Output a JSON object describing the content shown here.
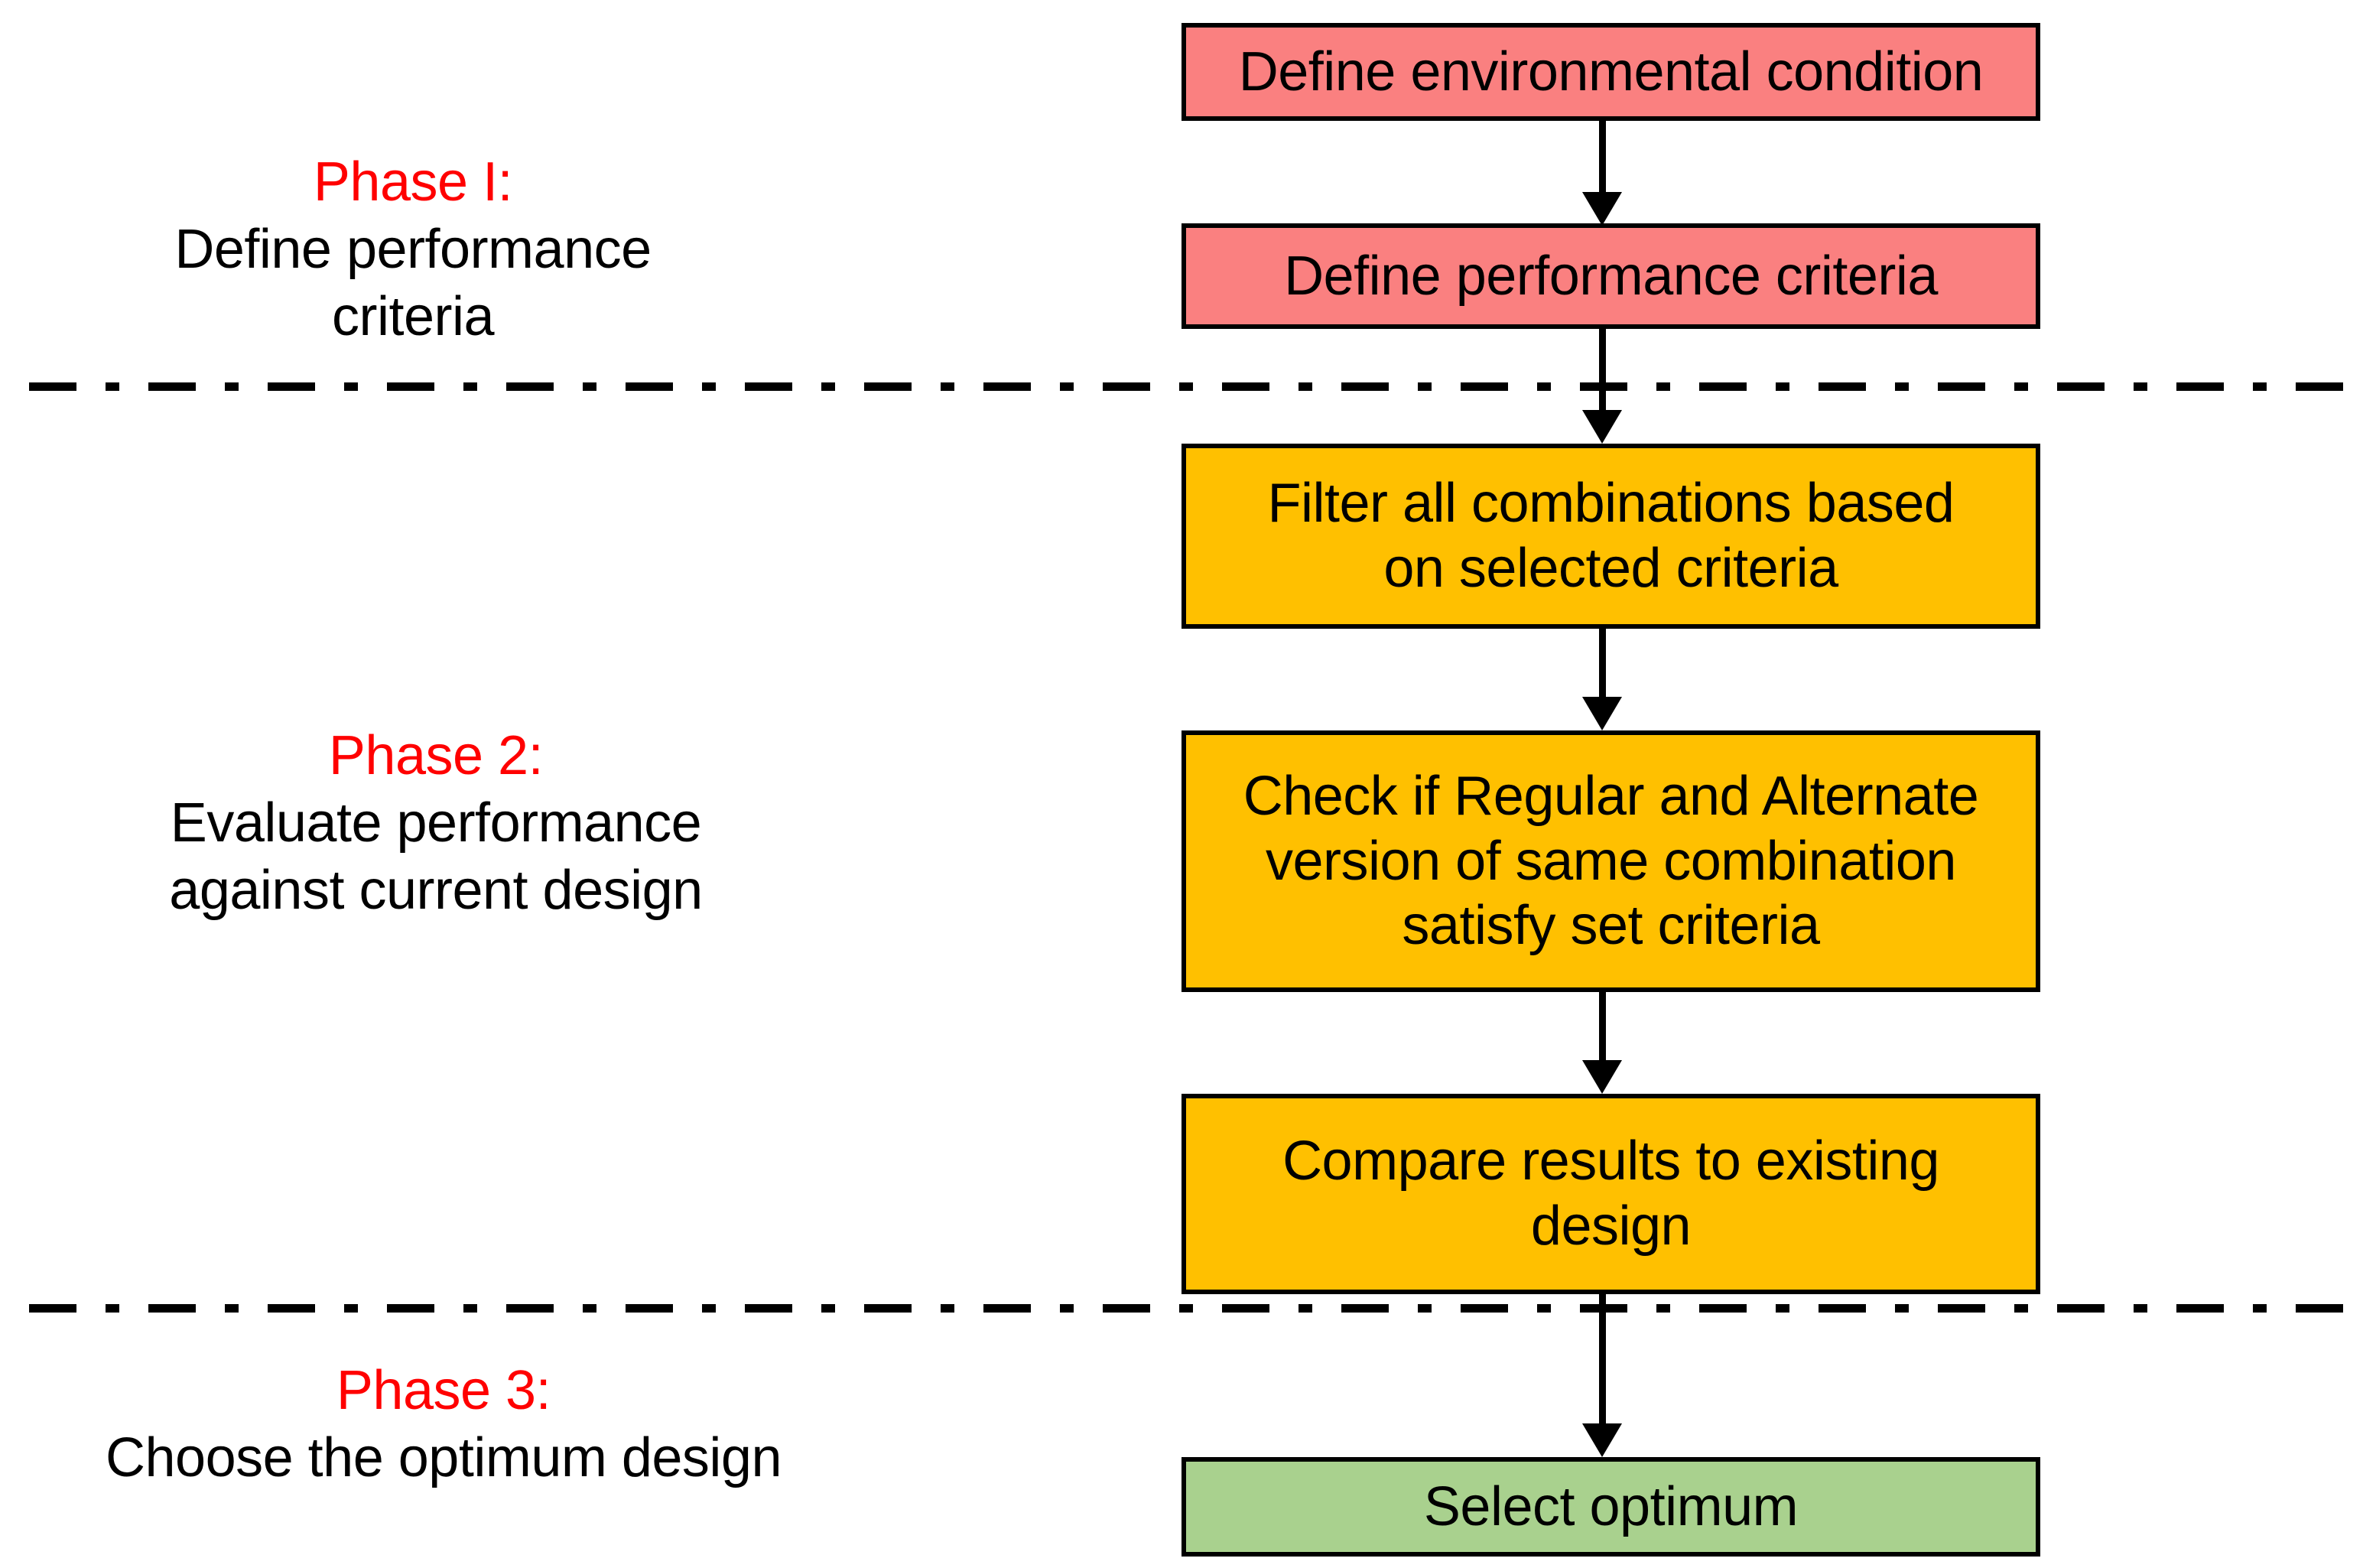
{
  "diagram": {
    "title": "Three-phase design optimisation flowchart",
    "background_color": "#FFFFFF",
    "colors": {
      "phase1_box": "#FA8080",
      "phase2_box": "#FFC000",
      "phase3_box": "#A9D18E",
      "border": "#000000",
      "arrow": "#000000",
      "phase_title": "#FF0000",
      "phase_desc": "#000000",
      "divider": "#000000"
    }
  },
  "phases": [
    {
      "id": "phase-1",
      "title": "Phase I:",
      "description": "Define performance\ncriteria"
    },
    {
      "id": "phase-2",
      "title": "Phase 2:",
      "description": "Evaluate performance\nagainst current design"
    },
    {
      "id": "phase-3",
      "title": "Phase 3:",
      "description": "Choose the optimum design"
    }
  ],
  "nodes": [
    {
      "id": "define-environmental-condition",
      "label": "Define environmental condition",
      "phase": "phase-1",
      "color": "#FA8080"
    },
    {
      "id": "define-performance-criteria",
      "label": "Define performance criteria",
      "phase": "phase-1",
      "color": "#FA8080"
    },
    {
      "id": "filter-all-combinations",
      "label": "Filter all combinations based\non selected criteria",
      "phase": "phase-2",
      "color": "#FFC000"
    },
    {
      "id": "check-regular-alternate",
      "label": "Check if Regular and Alternate\nversion of same combination\nsatisfy set criteria",
      "phase": "phase-2",
      "color": "#FFC000"
    },
    {
      "id": "compare-results",
      "label": "Compare results to existing\ndesign",
      "phase": "phase-2",
      "color": "#FFC000"
    },
    {
      "id": "select-optimum",
      "label": "Select optimum",
      "phase": "phase-3",
      "color": "#A9D18E"
    }
  ],
  "edges": [
    {
      "from": "define-environmental-condition",
      "to": "define-performance-criteria"
    },
    {
      "from": "define-performance-criteria",
      "to": "filter-all-combinations"
    },
    {
      "from": "filter-all-combinations",
      "to": "check-regular-alternate"
    },
    {
      "from": "check-regular-alternate",
      "to": "compare-results"
    },
    {
      "from": "compare-results",
      "to": "select-optimum"
    }
  ],
  "dividers": [
    {
      "id": "divider-phase1-phase2",
      "style": "dash-dot"
    },
    {
      "id": "divider-phase2-phase3",
      "style": "dash-dot"
    }
  ]
}
